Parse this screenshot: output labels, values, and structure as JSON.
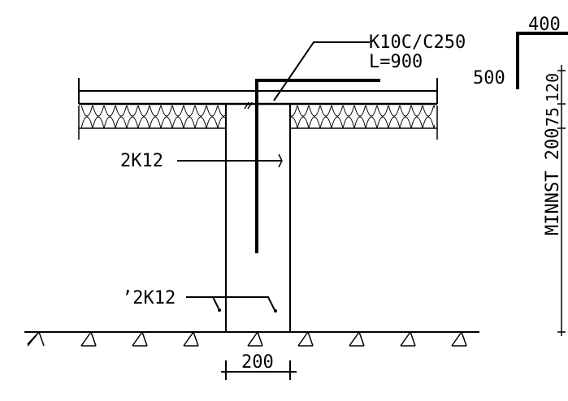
{
  "labels": {
    "rebar_callout": "K10C/C250",
    "rebar_length": "L=900",
    "top_rebar_2k12": "2K12",
    "bottom_rebar_2k12": "ʼ2K12",
    "column_width": "200",
    "hook_length": "400",
    "hook_height": "500",
    "dim_120": "120",
    "dim_75": "75",
    "dim_minnst_200": "MINNST 200"
  },
  "colors": {
    "ink": "#000000",
    "paper": "#ffffff"
  }
}
